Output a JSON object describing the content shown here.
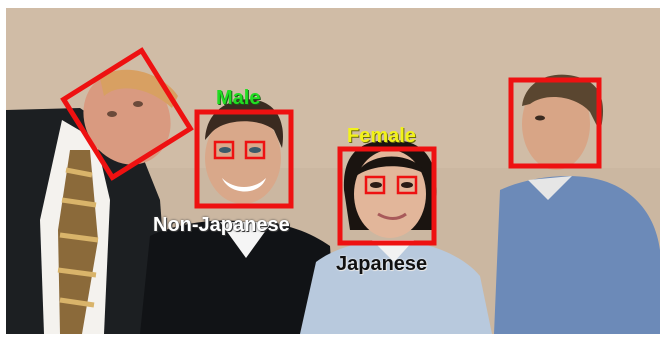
{
  "labels": {
    "male": "Male",
    "female": "Female",
    "non_japanese": "Non-Japanese",
    "japanese": "Japanese"
  },
  "colors": {
    "male_label": "#22dd22",
    "female_label": "#f2f21a",
    "non_japanese_label": "#ffffff",
    "japanese_label": "#111111",
    "detection_box": "#ee1111",
    "background_wall": "#cdb9a3"
  }
}
